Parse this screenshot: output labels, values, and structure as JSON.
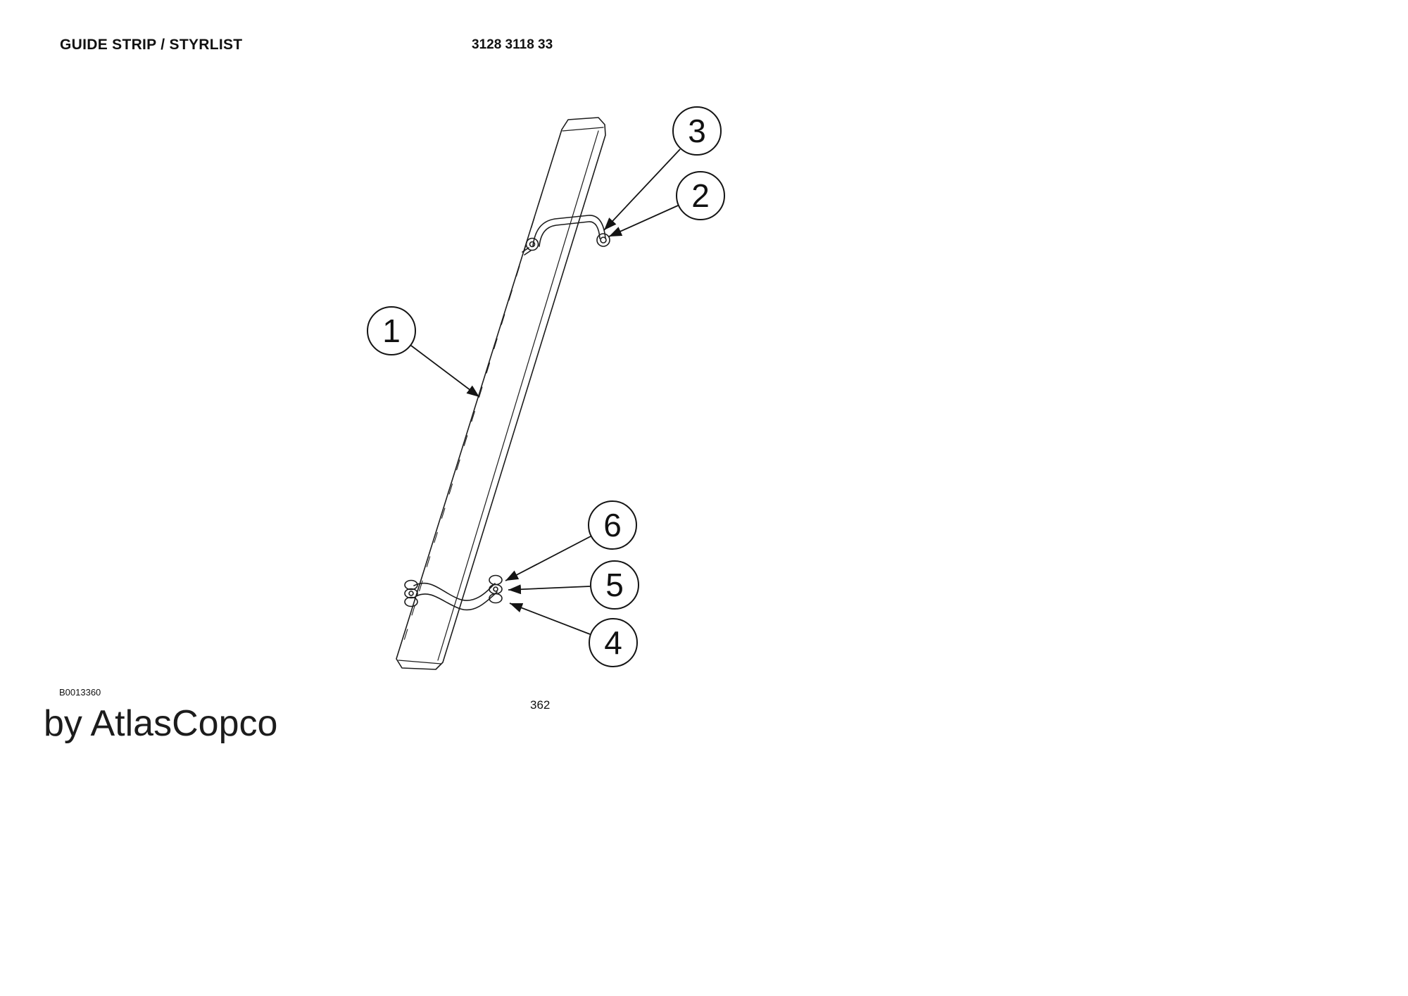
{
  "header": {
    "title": "GUIDE STRIP / STYRLIST",
    "doc_number": "3128 3118 33"
  },
  "callouts": [
    {
      "label": "1",
      "part": "guide-strip"
    },
    {
      "label": "2",
      "part": "upper-clamp-nut"
    },
    {
      "label": "3",
      "part": "upper-clamp-bolt"
    },
    {
      "label": "4",
      "part": "lower-clamp-strap"
    },
    {
      "label": "5",
      "part": "lower-clamp-washer"
    },
    {
      "label": "6",
      "part": "lower-clamp-bolt"
    }
  ],
  "footer": {
    "drawing_code": "B0013360",
    "page_number": "362",
    "watermark": "by AtlasCopco"
  },
  "colors": {
    "ink": "#1a1a1a",
    "background": "#ffffff"
  }
}
